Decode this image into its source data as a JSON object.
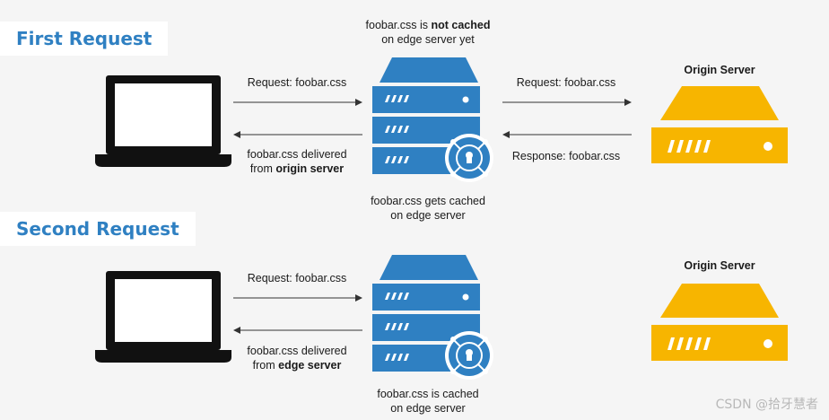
{
  "sections": {
    "first": {
      "title": "First Request",
      "left_request": "Request: foobar.css",
      "left_delivered_line1": "foobar.css delivered",
      "left_delivered_from": "from ",
      "left_delivered_source": "origin server",
      "right_request": "Request: foobar.css",
      "right_response": "Response: foobar.css",
      "edge_top_line1_prefix": "foobar.css is ",
      "edge_top_line1_bold": "not cached",
      "edge_top_line2": "on edge server yet",
      "edge_bottom_line1": "foobar.css gets cached",
      "edge_bottom_line2": "on edge server",
      "origin_title": "Origin Server"
    },
    "second": {
      "title": "Second Request",
      "left_request": "Request: foobar.css",
      "left_delivered_line1": "foobar.css delivered",
      "left_delivered_from": "from ",
      "left_delivered_source": "edge server",
      "edge_bottom_line1": "foobar.css is cached",
      "edge_bottom_line2": "on edge server",
      "origin_title": "Origin Server"
    }
  },
  "colors": {
    "edge_server": "#2f80c2",
    "origin_server": "#f7b500",
    "laptop": "#111111",
    "title_text": "#2f80c2"
  },
  "watermark": "CSDN @拾牙慧者"
}
